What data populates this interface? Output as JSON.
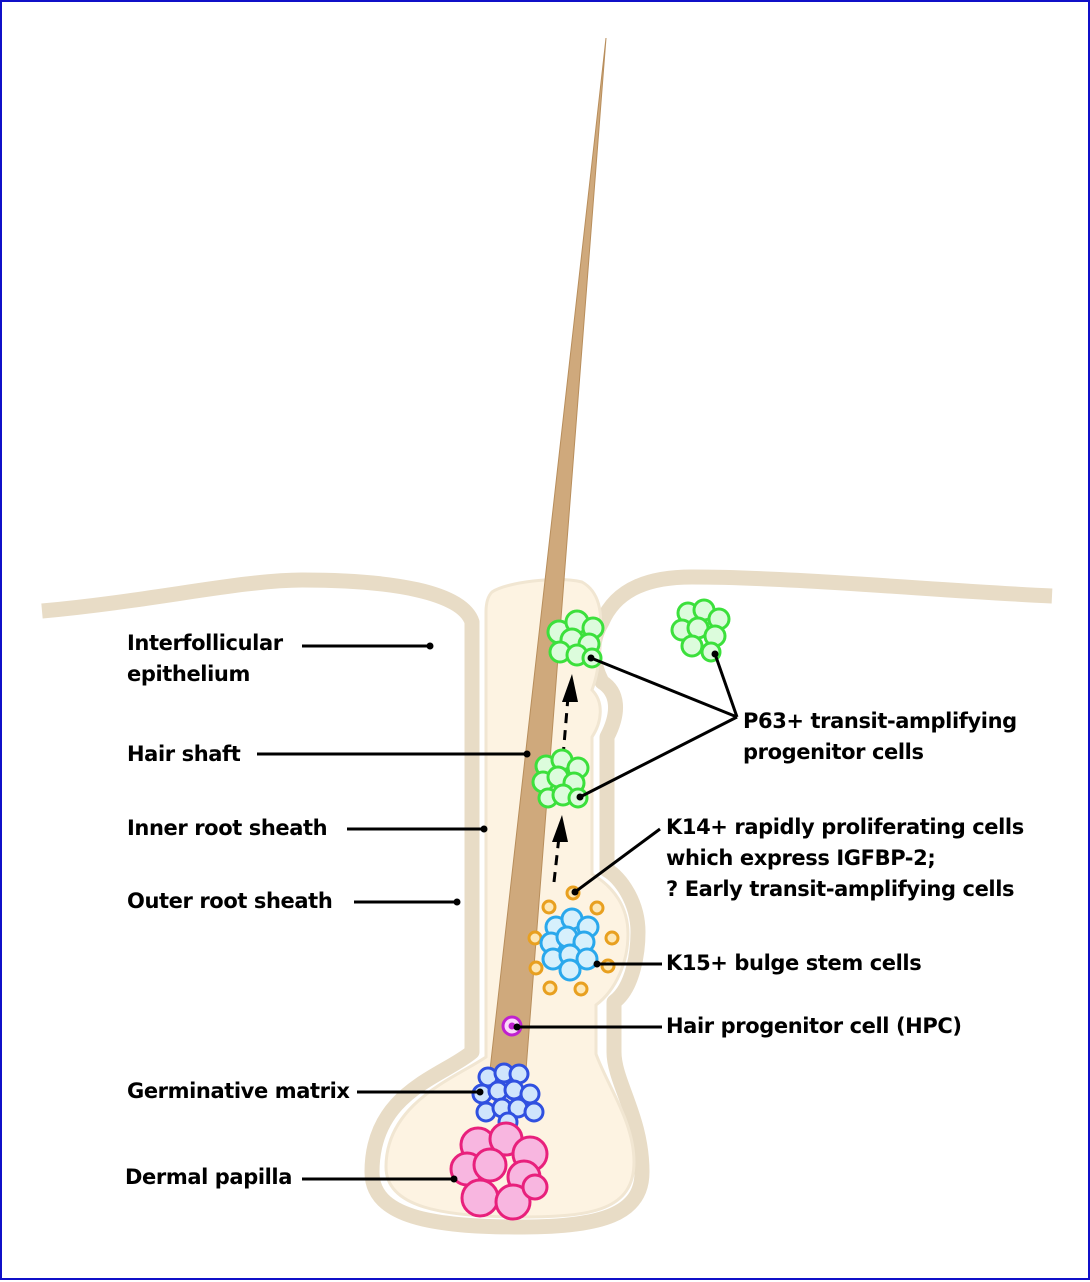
{
  "labels": {
    "interfollicular_line1": "Interfollicular",
    "interfollicular_line2": "epithelium",
    "hair_shaft": "Hair shaft",
    "inner_root_sheath": "Inner root sheath",
    "outer_root_sheath": "Outer root sheath",
    "germinative_matrix": "Germinative matrix",
    "dermal_papilla": "Dermal papilla",
    "p63_line1": "P63+ transit-amplifying",
    "p63_line2": "progenitor cells",
    "k14_line1": "K14+ rapidly proliferating cells",
    "k14_line2": "which express IGFBP-2;",
    "k14_line3": "? Early transit-amplifying cells",
    "k15": "K15+ bulge stem cells",
    "hpc": "Hair progenitor cell (HPC)"
  },
  "colors": {
    "frame": "#1010c8",
    "epithelium_band": "#e8dcc6",
    "inner_sheath_fill": "#fdf3e2",
    "hair_shaft": "#cfa97c",
    "p63_cells": "#3ce03c",
    "k14_cells": "#e8a020",
    "k15_cells": "#2aa8ec",
    "hpc_cell": "#c020d0",
    "germinative_cells": "#3050e0",
    "dermal_papilla_cells": "#e8207c"
  }
}
